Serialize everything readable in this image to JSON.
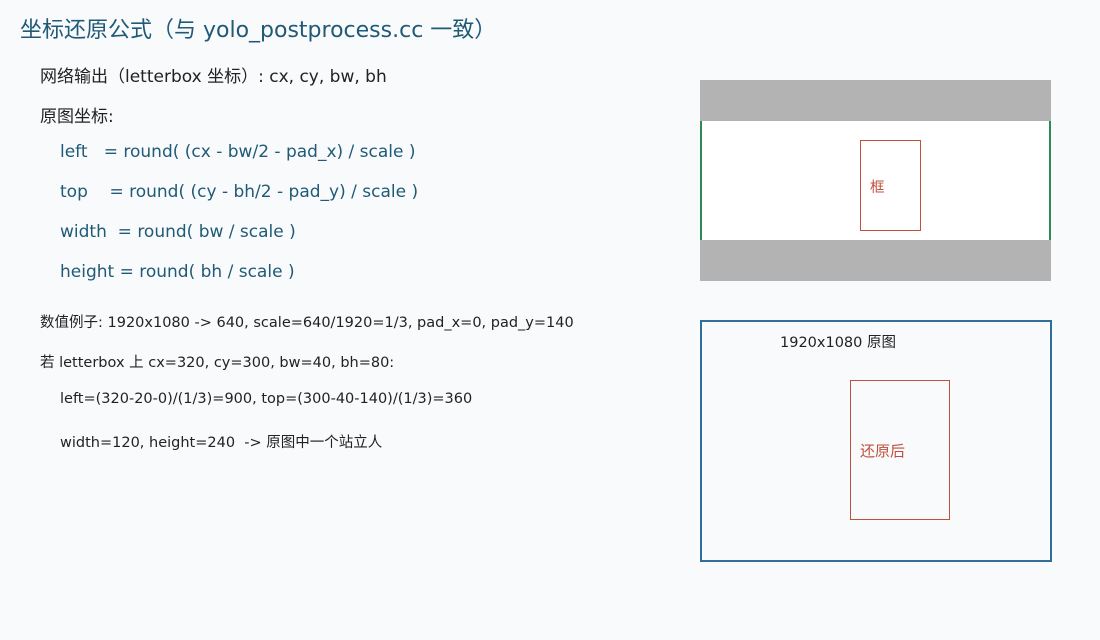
{
  "title": "坐标还原公式（与 yolo_postprocess.cc 一致）",
  "network_output_line": "网络输出（letterbox 坐标）: cx, cy, bw, bh",
  "original_coords_label": "原图坐标:",
  "formulas": {
    "left": "left   = round( (cx - bw/2 - pad_x) / scale )",
    "top": "top    = round( (cy - bh/2 - pad_y) / scale )",
    "width": "width  = round( bw / scale )",
    "height": "height = round( bh / scale )"
  },
  "example": {
    "line1": "数值例子: 1920x1080 -> 640, scale=640/1920=1/3, pad_x=0, pad_y=140",
    "line2": "若 letterbox 上 cx=320, cy=300, bw=40, bh=80:",
    "line3": "left=(320-20-0)/(1/3)=900, top=(300-40-140)/(1/3)=360",
    "line4": "width=120, height=240  -> 原图中一个站立人"
  },
  "diagram": {
    "letterbox_box_label": "框",
    "original_title": "1920x1080 原图",
    "restored_box_label": "还原后",
    "colors": {
      "padding": "#b3b3b3",
      "letterbox_border": "#2e8b57",
      "box": "#c0503c",
      "original_border": "#2f6f99"
    }
  }
}
